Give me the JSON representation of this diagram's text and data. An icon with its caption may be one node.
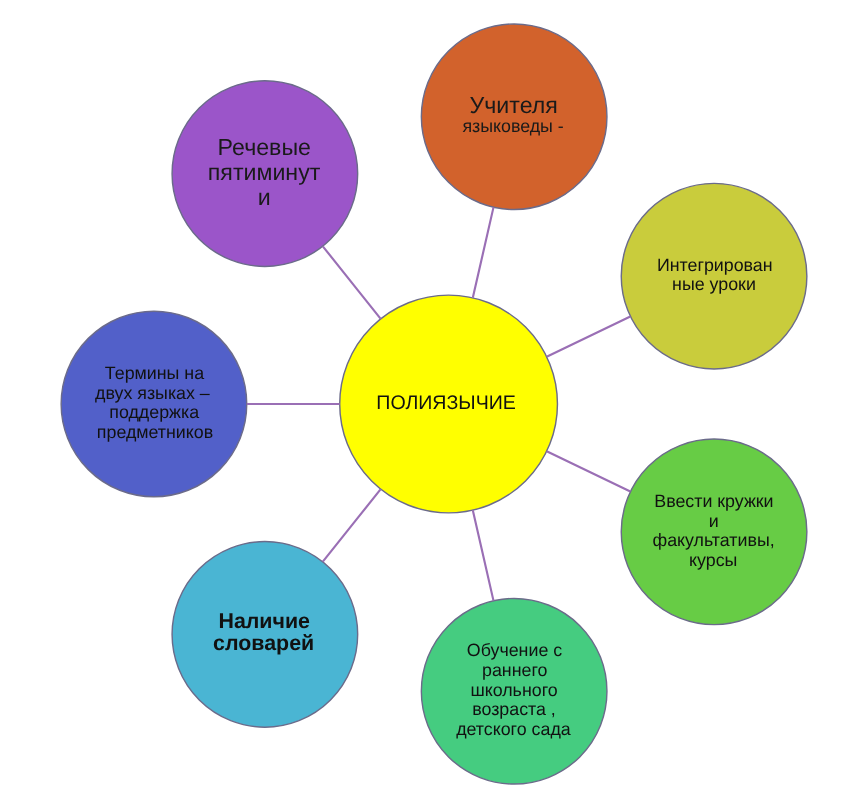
{
  "diagram": {
    "nodes": [
      {
        "text": [
          "Учителя",
          "языковеды -"
        ]
      },
      {
        "text": [
          "Речевые пятиминут и"
        ]
      },
      {
        "text": [
          "Интегрирован ные уроки"
        ]
      },
      {
        "text": [
          "ПОЛИЯЗЫЧИЕ"
        ]
      },
      {
        "text": [
          "Термины на двух языках – поддержка предметников"
        ]
      },
      {
        "text": [
          "Ввести кружки и факультативы, курсы"
        ]
      },
      {
        "text": [
          "Наличие словарей"
        ]
      },
      {
        "text": [
          "Обучение с раннего школьного возраста , детского сада"
        ]
      }
    ],
    "edges": [
      {
        "from": 3,
        "to": 0,
        "arrow": "none"
      },
      {
        "from": 3,
        "to": 2,
        "arrow": "none"
      },
      {
        "from": 3,
        "to": 5,
        "arrow": "none"
      },
      {
        "from": 3,
        "to": 7,
        "arrow": "none"
      },
      {
        "from": 3,
        "to": 6,
        "arrow": "none"
      },
      {
        "from": 3,
        "to": 4,
        "arrow": "none"
      },
      {
        "from": 3,
        "to": 1,
        "arrow": "none"
      }
    ]
  }
}
